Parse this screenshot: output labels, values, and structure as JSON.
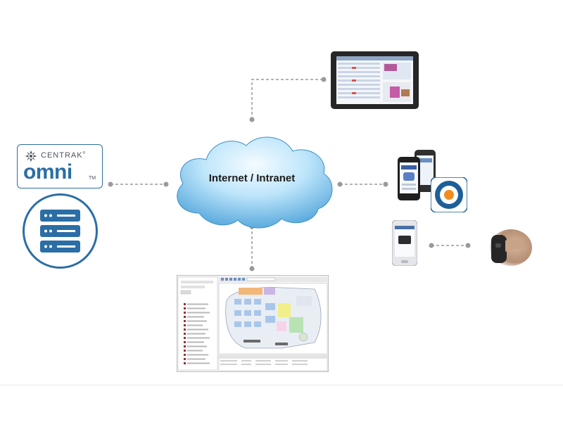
{
  "cloud": {
    "label": "Internet / Intranet"
  },
  "omni_logo": {
    "brand": "CENTRAK",
    "brand_mark": "®",
    "product": "omni",
    "trademark": "TM"
  },
  "colors": {
    "brand_blue": "#2b6ea6",
    "cloud_light": "#d9f2ff",
    "cloud_dark": "#5fb0e6",
    "connector": "#9a9a9a",
    "target_orange": "#f28c1f"
  },
  "icons": {
    "server": "server-stack-icon",
    "tablet": "tablet-device-icon",
    "phones": "smartphone-pair-icon",
    "app": "target-app-icon",
    "handheld_phone": "smartphone-icon",
    "reader": "handheld-reader-icon",
    "monitor_app": "floorplan-software-icon"
  }
}
